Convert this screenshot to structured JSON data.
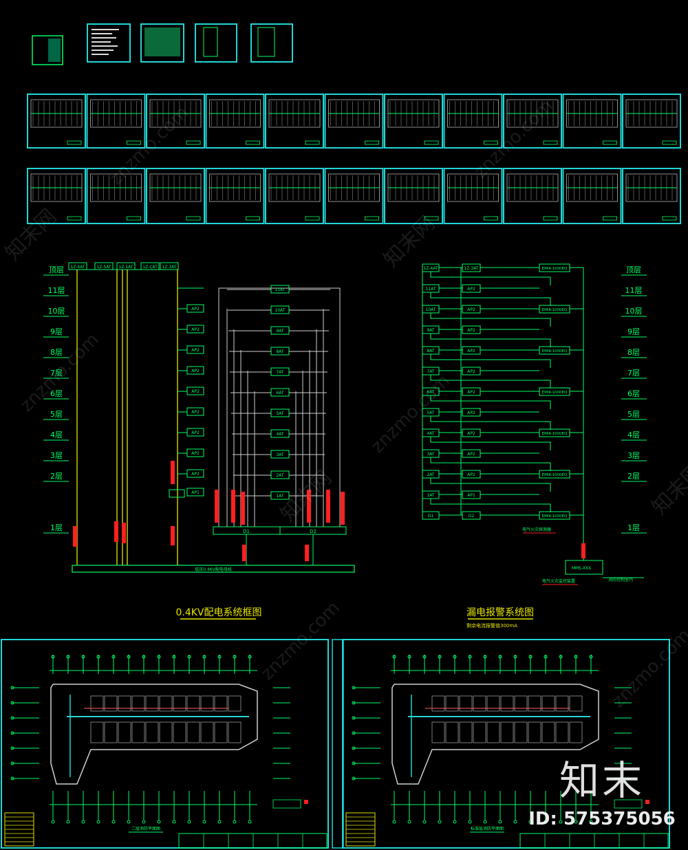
{
  "floors_left": [
    "顶层",
    "11层",
    "10层",
    "9层",
    "8层",
    "7层",
    "6层",
    "5层",
    "4层",
    "3层",
    "2层",
    "1层"
  ],
  "left_top_boxes": [
    "1Z-4AT",
    "1Z-5AT",
    "1Z-1AT",
    "1Z-CAT",
    "1Z-3AT"
  ],
  "ap_boxes": [
    "AP2",
    "AP2",
    "AP2",
    "AP2",
    "AP2",
    "AP2",
    "AP2",
    "AP2",
    "AP2",
    "AP1"
  ],
  "center_boxes": [
    "11AT",
    "10AT",
    "9AT",
    "8AT",
    "7AT",
    "6AT",
    "5AT",
    "4AT",
    "3AT",
    "2AT",
    "1AT"
  ],
  "d_boxes": [
    "D1",
    "D2"
  ],
  "bus_label": "低压0.4KV配电母线",
  "right_left_col": [
    "1Z-4AT",
    "11AT",
    "10AT",
    "9AT",
    "8AT",
    "7AT",
    "6AT",
    "5AT",
    "4AT",
    "3AT",
    "2AT",
    "1AT",
    "D1"
  ],
  "right_mid_col": [
    "1Z-3AT",
    "AP2",
    "AP2",
    "AP2",
    "AP2",
    "AP2",
    "AP2",
    "AP2",
    "AP2",
    "AP2",
    "AP2",
    "AP1",
    "D2"
  ],
  "right_monitor_boxes": [
    "EMIK-1000EQ",
    "EMIK-1000EQ",
    "EMIK-1000EQ",
    "EMIK-1000EQ",
    "EMIK-1000EQ",
    "EMIK-1000EQ"
  ],
  "right_note_1": "电气火灾探测器",
  "right_host_box": "MMS-XXX",
  "right_note_2": "电气火灾监控装置",
  "right_note_3": "消防控制室内",
  "floors_right": [
    "顶层",
    "11层",
    "10层",
    "9层",
    "8层",
    "7层",
    "6层",
    "5层",
    "4层",
    "3层",
    "2层",
    "1层"
  ],
  "title_left": "0.4KV配电系统框图",
  "title_right": "漏电报警系统图",
  "title_right_sub": "剩余电流报警值300mA",
  "plan_left_caption": "二层消防平面图",
  "plan_right_caption": "标准层消防平面图",
  "watermark": "znzmo.com",
  "watermark_cn": "知末网",
  "brand_logo": "知末",
  "brand_id": "ID: 575375056",
  "colors": {
    "line": "#00ff66",
    "box": "#00ff66",
    "cyan": "#22d6d6",
    "yellow": "#e6e600",
    "red": "#ff2020",
    "white": "#e0e0e0"
  }
}
